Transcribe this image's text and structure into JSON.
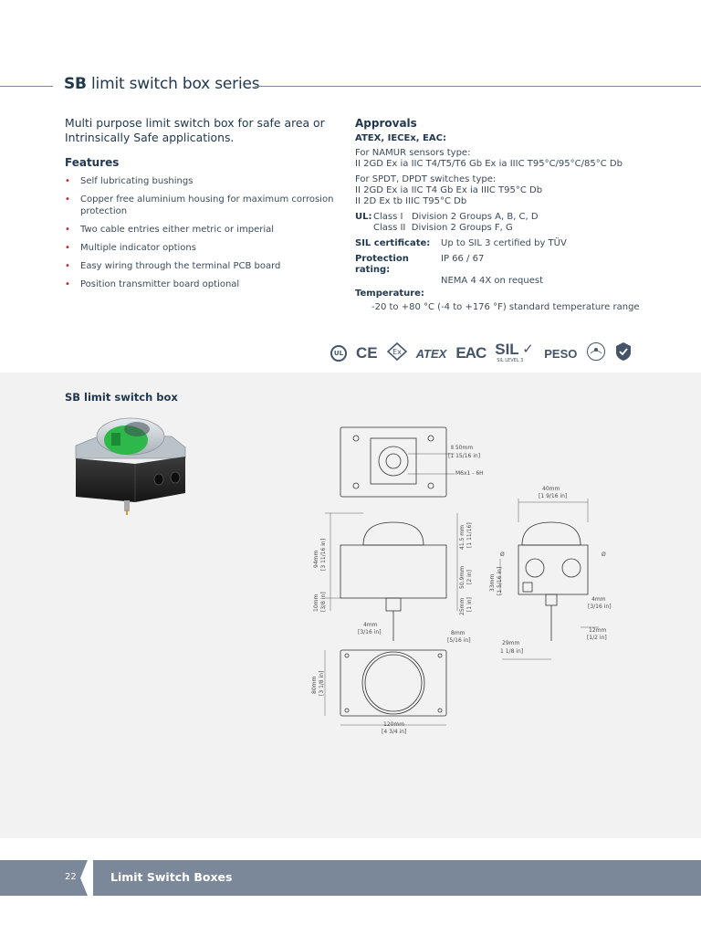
{
  "header": {
    "title_bold": "SB",
    "title_rest": "limit switch box series"
  },
  "intro": {
    "lead": "Multi purpose limit switch box for safe area or Intrinsically Safe applications.",
    "features_heading": "Features",
    "features": [
      "Self lubricating bushings",
      "Copper free aluminium housing for maximum corrosion protection",
      "Two cable entries either metric or imperial",
      "Multiple indicator options",
      "Easy wiring through the terminal PCB board",
      "Position transmitter board optional"
    ]
  },
  "approvals": {
    "heading": "Approvals",
    "atex_heading": "ATEX, IECEx, EAC:",
    "namur_heading": "For NAMUR sensors type:",
    "namur_text": "II 2GD Ex ia IIC T4/T5/T6 Gb Ex ia IIIC T95°C/95°C/85°C Db",
    "spdt_heading": "For SPDT, DPDT switches type:",
    "spdt_line1": "II 2GD Ex ia IIC T4 Gb Ex ia IIIC T95°C Db",
    "spdt_line2": "II 2D Ex tb IIIC T95°C Db",
    "ul_label": "UL:",
    "ul_line1": "Class I   Division 2 Groups A, B, C, D",
    "ul_line2": "Class II  Division 2 Groups F, G",
    "sil_label": "SIL certificate:",
    "sil_value": "Up to SIL 3 certified by TÜV",
    "protection_label": "Protection rating:",
    "protection_line1": "IP 66 / 67",
    "protection_line2": "NEMA 4 4X on request",
    "temperature_label": "Temperature:",
    "temperature_value": "-20 to +80 °C (-4 to +176 °F) standard temperature range"
  },
  "certifications": {
    "ce": "CE",
    "ex": "Ex",
    "atex": "ATEX",
    "eac": "EAC",
    "sil": "SIL",
    "sil_sub": "SIL LEVEL 3",
    "peso": "PESO",
    "icons": [
      "ul-icon",
      "ce-icon",
      "ex-icon",
      "atex-icon",
      "eac-icon",
      "sil-icon",
      "peso-icon",
      "wtc-icon",
      "check-icon"
    ]
  },
  "section": {
    "heading": "SB limit switch box"
  },
  "drawing_labels": {
    "d50": "Ⅱ 50mm",
    "d50_in": "[1 15/16 in]",
    "m6": "M6x1 - 6H",
    "w40": "40mm",
    "w40_in": "[1 9/16 in]",
    "h94": "94mm",
    "h94_in": "[3 11/16 in]",
    "h41": "41.5 mm",
    "h41_in": "[1 11/16]",
    "h50": "50.9mm",
    "h50_in": "[2 in]",
    "h10": "10mm",
    "h10_in": "[3/8 in]",
    "h25": "25mm",
    "h25_in": "[1 in]",
    "d4a": "4mm",
    "d4a_in": "[3/16 in]",
    "d8": "8mm",
    "d8_in": "[5/16 in]",
    "h33": "33mm",
    "h33_in": "[1 5/16 in]",
    "phi_a": "Ø",
    "phi_b": "Ø",
    "d4b": "4mm",
    "d4b_in": "[3/16 in]",
    "d12": "12mm",
    "d12_in": "[1/2 in]",
    "d29": "29mm",
    "d29_in": "1 1/8 in]",
    "h80": "80mm",
    "h80_in": "[3 1/8 in]",
    "w120": "120mm",
    "w120_in": "[4 3/4 in]"
  },
  "footer": {
    "page_number": "22",
    "title": "Limit Switch Boxes"
  }
}
